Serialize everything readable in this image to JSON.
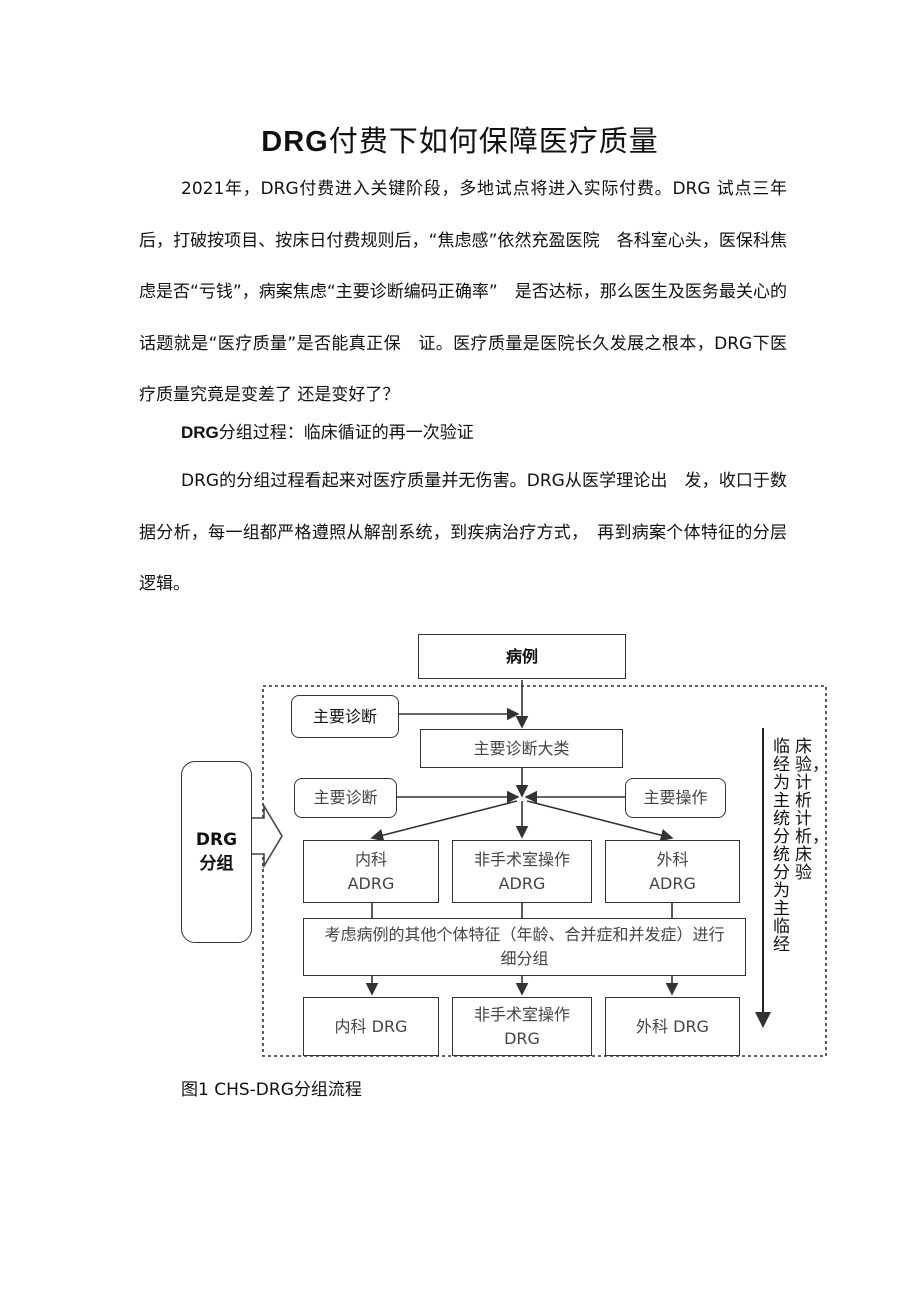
{
  "document": {
    "title_latin": "DRG",
    "title_rest": "付费下如何保障医疗质量",
    "paragraph1": "2021年，DRG付费进入关键阶段，多地试点将进入实际付费。DRG 试点三年后，打破按项目、按床日付费规则后，“焦虑感”依然充盈医院　各科室心头，医保科焦虑是否“亏钱”，病案焦虑“主要诊断编码正确率”　是否达标，那么医生及医务最关心的话题就是“医疗质量”是否能真正保　证。医疗质量是医院长久发展之根本，DRG下医疗质量究竟是变差了 还是变好了？",
    "section_heading_latin": "DRG",
    "section_heading_rest": "分组过程：临床循证的再一次验证",
    "paragraph2": "DRG的分组过程看起来对医疗质量并无伤害。DRG从医学理论出　发，收口于数据分析，每一组都严格遵照从解剖系统，到疾病治疗方式，　再到病案个体特征的分层逻辑。",
    "caption": "图1 CHS-DRG分组流程"
  },
  "diagram": {
    "case": "病例",
    "main_diag_left": "主要诊断",
    "mdc": "主要诊断大类",
    "main_diag_mid": "主要诊断",
    "main_op": "主要操作",
    "drg_group": "DRG\n分组",
    "internal_adrg": "内科\nADRG",
    "nonor_adrg": "非手术室操作\nADRG",
    "surgery_adrg": "外科\nADRG",
    "detail": "考虑病例的其他个体特征（年龄、合并症和并发症）进行细分组",
    "internal_drg": "内科 DRG",
    "nonor_drg": "非手术室操作\nDRG",
    "surgery_drg": "外科 DRG",
    "side_col1": "临经为主统分统分为主临经",
    "side_col2": "床验，计析计析，床验"
  }
}
